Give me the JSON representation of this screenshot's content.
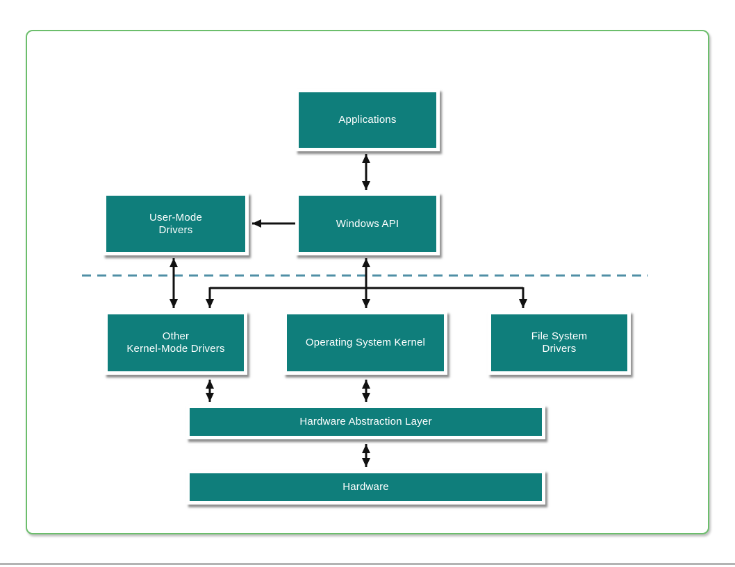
{
  "diagram": {
    "nodes": [
      {
        "id": "applications",
        "label": "Applications"
      },
      {
        "id": "user-mode-drivers",
        "label": "User-Mode\nDrivers"
      },
      {
        "id": "windows-api",
        "label": "Windows API"
      },
      {
        "id": "other-kernel-mode-drivers",
        "label": "Other\nKernel-Mode Drivers"
      },
      {
        "id": "operating-system-kernel",
        "label": "Operating System Kernel"
      },
      {
        "id": "file-system-drivers",
        "label": "File System\nDrivers"
      },
      {
        "id": "hardware-abstraction-layer",
        "label": "Hardware Abstraction Layer"
      },
      {
        "id": "hardware",
        "label": "Hardware"
      }
    ],
    "connections": [
      {
        "from": "applications",
        "to": "windows-api",
        "type": "bidirectional"
      },
      {
        "from": "windows-api",
        "to": "user-mode-drivers",
        "type": "one-way"
      },
      {
        "from": "user-mode-drivers",
        "to": "other-kernel-mode-drivers",
        "type": "bidirectional"
      },
      {
        "from": "windows-api",
        "to": "operating-system-kernel",
        "type": "bidirectional"
      },
      {
        "from": "windows-api",
        "to": "other-kernel-mode-drivers",
        "type": "one-way"
      },
      {
        "from": "windows-api",
        "to": "file-system-drivers",
        "type": "one-way"
      },
      {
        "from": "other-kernel-mode-drivers",
        "to": "hardware-abstraction-layer",
        "type": "bidirectional"
      },
      {
        "from": "operating-system-kernel",
        "to": "hardware-abstraction-layer",
        "type": "bidirectional"
      },
      {
        "from": "hardware-abstraction-layer",
        "to": "hardware",
        "type": "bidirectional"
      }
    ],
    "divider": {
      "style": "dashed"
    },
    "colors": {
      "node_fill": "#0F7E7B",
      "node_text": "#FFFFFF",
      "arrow": "#111111",
      "divider": "#4F8FA5",
      "frame_border": "#6CBE6C",
      "page_rule": "#B3B3B3"
    }
  }
}
